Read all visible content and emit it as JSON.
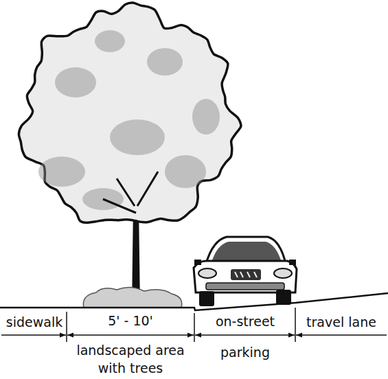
{
  "diagram": {
    "labels": [
      "sidewalk",
      "5' - 10'",
      "landscaped area with trees",
      "on-street parking",
      "travel lane"
    ]
  }
}
